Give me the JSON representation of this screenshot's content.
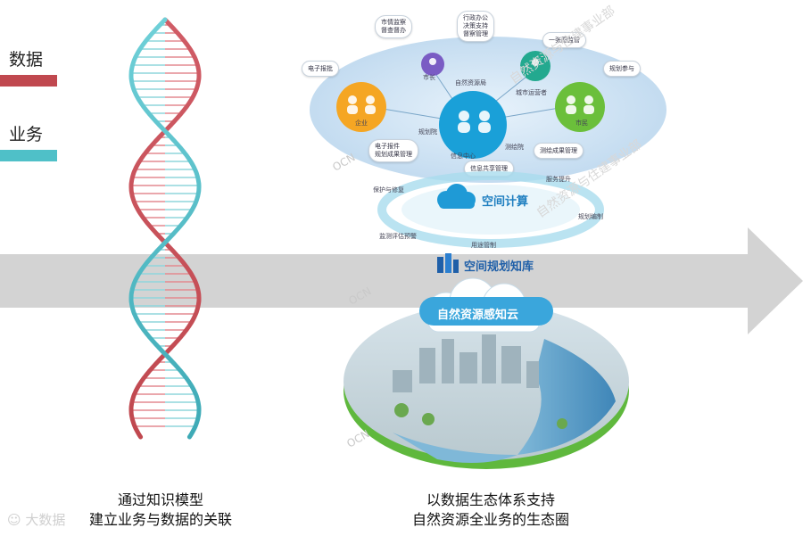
{
  "legend": {
    "data_label": "数据",
    "business_label": "业务",
    "data_color": "#c0484f",
    "business_color": "#4fc0c8"
  },
  "captions": {
    "left_line1": "通过知识模型",
    "left_line2": "建立业务与数据的关联",
    "right_line1": "以数据生态体系支持",
    "right_line2": "自然资源全业务的生态圈"
  },
  "diagram": {
    "knowledge_base": "空间规划知库",
    "spatial_computing": "空间计算",
    "sensing_cloud": "自然资源感知云",
    "nodes": {
      "center": "自然资源局",
      "left": "企业",
      "right": "市民",
      "upper_left": "市长",
      "upper_right": "城市运营者",
      "info_center": "信息中心",
      "surveying": "测绘院",
      "planning": "规划院"
    },
    "bubbles": {
      "city_supervision": "市情监察\n督查督办",
      "admin_office": "行政办公\n决策支持\n督察管理",
      "one_map": "一张图监管",
      "plan_participation": "规划参与",
      "e_approval": "电子报批",
      "electronic_filing": "电子报件\n规划成果管理",
      "info_sharing": "信息共享管理",
      "survey_results": "测绘成果管理"
    },
    "ring_labels": {
      "protect_restore": "保护与修复",
      "monitor_eval": "监测评估预警",
      "use_control": "用途管制",
      "plan_compile": "规划编制",
      "service_improve": "服务提升"
    }
  },
  "watermarks": {
    "ocn_top": "OCN",
    "ocn_mid": "OCN",
    "ocn_bottom": "OCN",
    "diagonal_1": "自然资源与住建事业部",
    "diagonal_2": "自然资源与住建事业部"
  },
  "footer_watermark": "大数据"
}
